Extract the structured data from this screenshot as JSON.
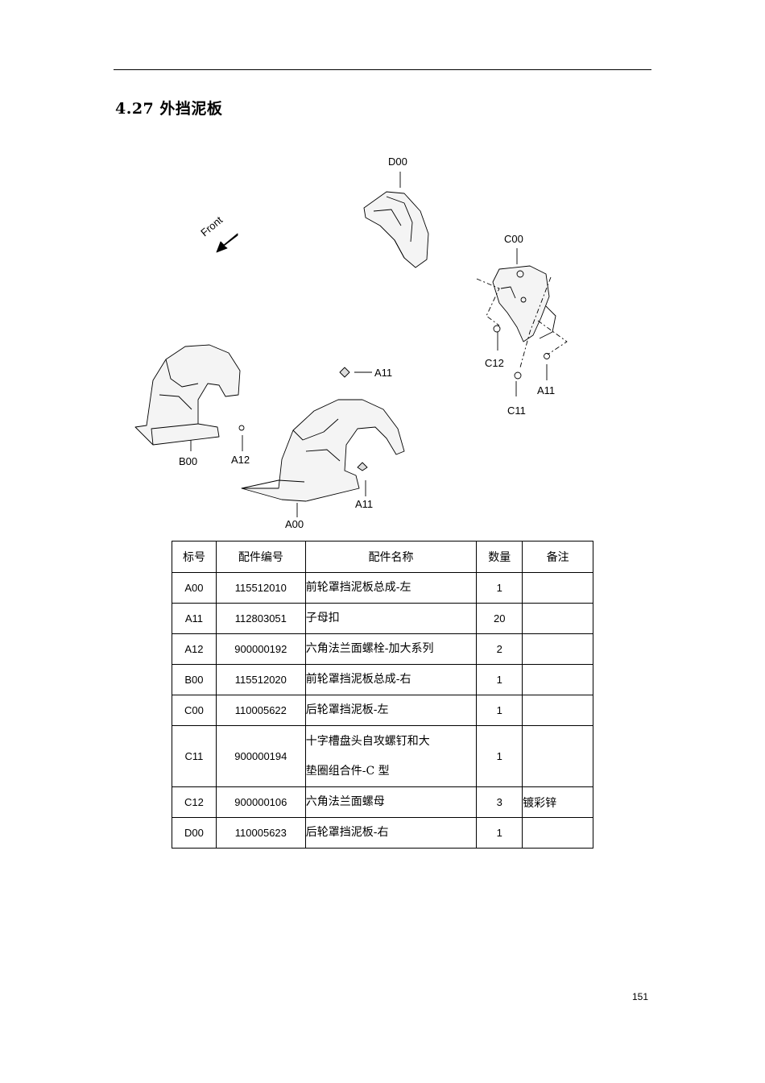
{
  "header": {
    "section_title": "4.27 外挡泥板"
  },
  "figure": {
    "front_label": "Front",
    "callouts": {
      "d00": "D00",
      "c00": "C00",
      "c12": "C12",
      "a11_right": "A11",
      "c11": "C11",
      "a11_top": "A11",
      "b00": "B00",
      "a12": "A12",
      "a00": "A00",
      "a11_bottom": "A11"
    }
  },
  "table": {
    "headers": [
      "标号",
      "配件编号",
      "配件名称",
      "数量",
      "备注"
    ],
    "rows": [
      {
        "mark": "A00",
        "code": "115512010",
        "name": "前轮罩挡泥板总成-左",
        "qty": "1",
        "note": ""
      },
      {
        "mark": "A11",
        "code": "112803051",
        "name": "子母扣",
        "qty": "20",
        "note": ""
      },
      {
        "mark": "A12",
        "code": "900000192",
        "name": "六角法兰面螺栓-加大系列",
        "qty": "2",
        "note": ""
      },
      {
        "mark": "B00",
        "code": "115512020",
        "name": "前轮罩挡泥板总成-右",
        "qty": "1",
        "note": ""
      },
      {
        "mark": "C00",
        "code": "110005622",
        "name": "后轮罩挡泥板-左",
        "qty": "1",
        "note": ""
      },
      {
        "mark": "C11",
        "code": "900000194",
        "name": "十字槽盘头自攻螺钉和大",
        "name2": "垫圈组合件-C 型",
        "qty": "1",
        "note": ""
      },
      {
        "mark": "C12",
        "code": "900000106",
        "name": "六角法兰面螺母",
        "qty": "3",
        "note": "镀彩锌"
      },
      {
        "mark": "D00",
        "code": "110005623",
        "name": "后轮罩挡泥板-右",
        "qty": "1",
        "note": ""
      }
    ]
  },
  "footer": {
    "page_number": "151"
  }
}
